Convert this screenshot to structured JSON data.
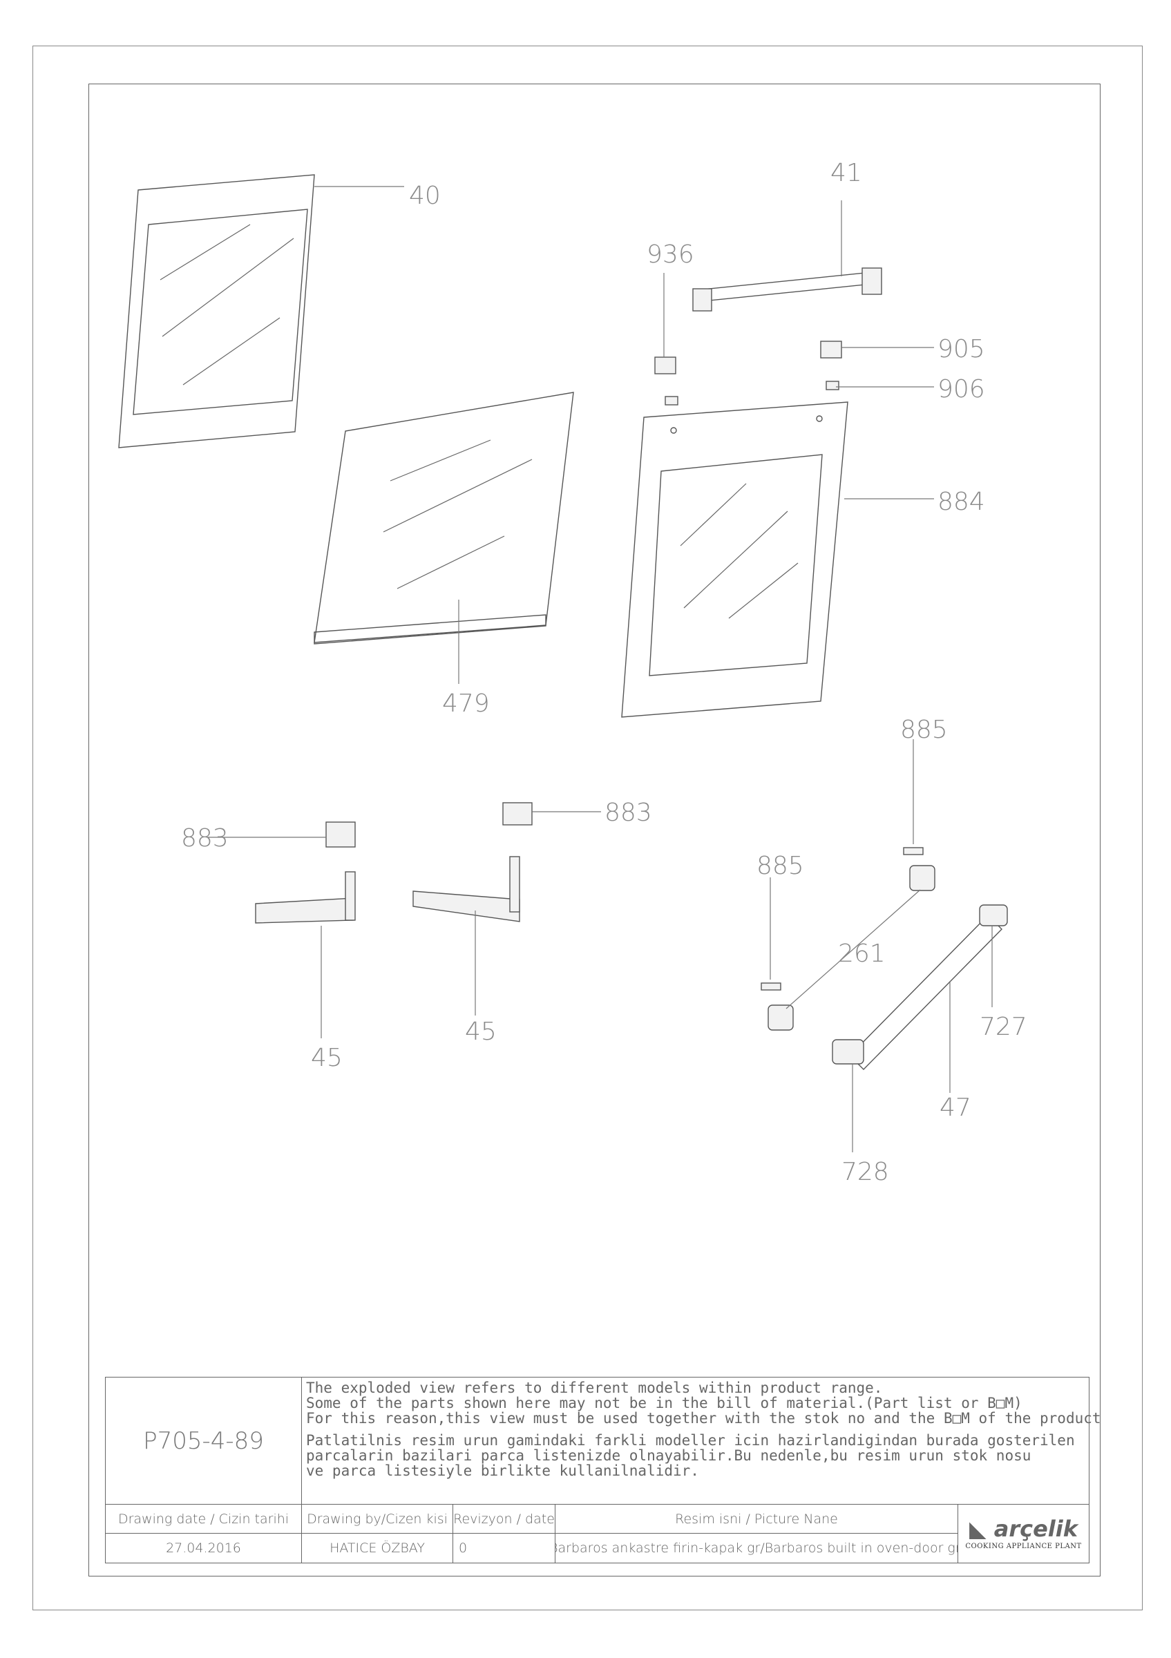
{
  "callouts": {
    "p40": "40",
    "p41": "41",
    "p936": "936",
    "p905": "905",
    "p906": "906",
    "p884": "884",
    "p479": "479",
    "p885a": "885",
    "p885b": "885",
    "p883a": "883",
    "p883b": "883",
    "p261": "261",
    "p45a": "45",
    "p45b": "45",
    "p727": "727",
    "p47": "47",
    "p728": "728"
  },
  "title_block": {
    "model_code": "P705-4-89",
    "notes_en": [
      "The exploded view refers to different models within product range.",
      "Some of the parts shown here may not be in the bill of material.(Part list or B□M)",
      "For this reason,this view must be used together with the stok no and the B□M of the product"
    ],
    "notes_tr": [
      "Patlatilnis resim urun gamindaki farkli modeller icin hazirlandigindan burada gosterilen",
      "parcalarin bazilari parca listenizde olnayabilir.Bu nedenle,bu resim urun stok nosu",
      "ve parca listesiyle birlikte kullanilnalidir."
    ],
    "headers": {
      "drawing_date": "Drawing date / Cizin tarihi",
      "drawing_by": "Drawing by/Cizen kisi",
      "revision": "Revizyon / date",
      "picture_name": "Resim isni / Picture Nane"
    },
    "values": {
      "drawing_date": "27.04.2016",
      "drawing_by": "HATICE ÖZBAY",
      "revision": "0",
      "picture_name": "Barbaros ankastre firin-kapak gr/Barbaros built in oven-door gr."
    },
    "logo": {
      "brand": "arçelik",
      "subtitle": "COOKING APPLIANCE PLANT"
    }
  }
}
